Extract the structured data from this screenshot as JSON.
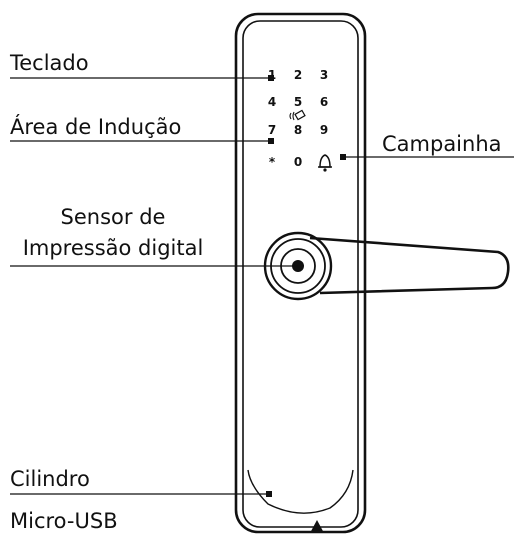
{
  "labels": {
    "keypad": "Teclado",
    "induction_area": "Área de Indução",
    "doorbell": "Campainha",
    "fingerprint_line1": "Sensor de",
    "fingerprint_line2": "Impressão digital",
    "cylinder": "Cilindro",
    "micro_usb": "Micro-USB"
  },
  "keypad": {
    "row1": [
      "1",
      "2",
      "3"
    ],
    "row2": [
      "4",
      "5",
      "6"
    ],
    "row3": [
      "7",
      "8",
      "9"
    ],
    "row4": [
      "*",
      "0"
    ]
  },
  "icons": {
    "induction": "nfc-card-icon",
    "doorbell": "bell-icon",
    "usb_pointer": "triangle-up-icon"
  },
  "colors": {
    "line": "#111111",
    "background": "#ffffff"
  }
}
